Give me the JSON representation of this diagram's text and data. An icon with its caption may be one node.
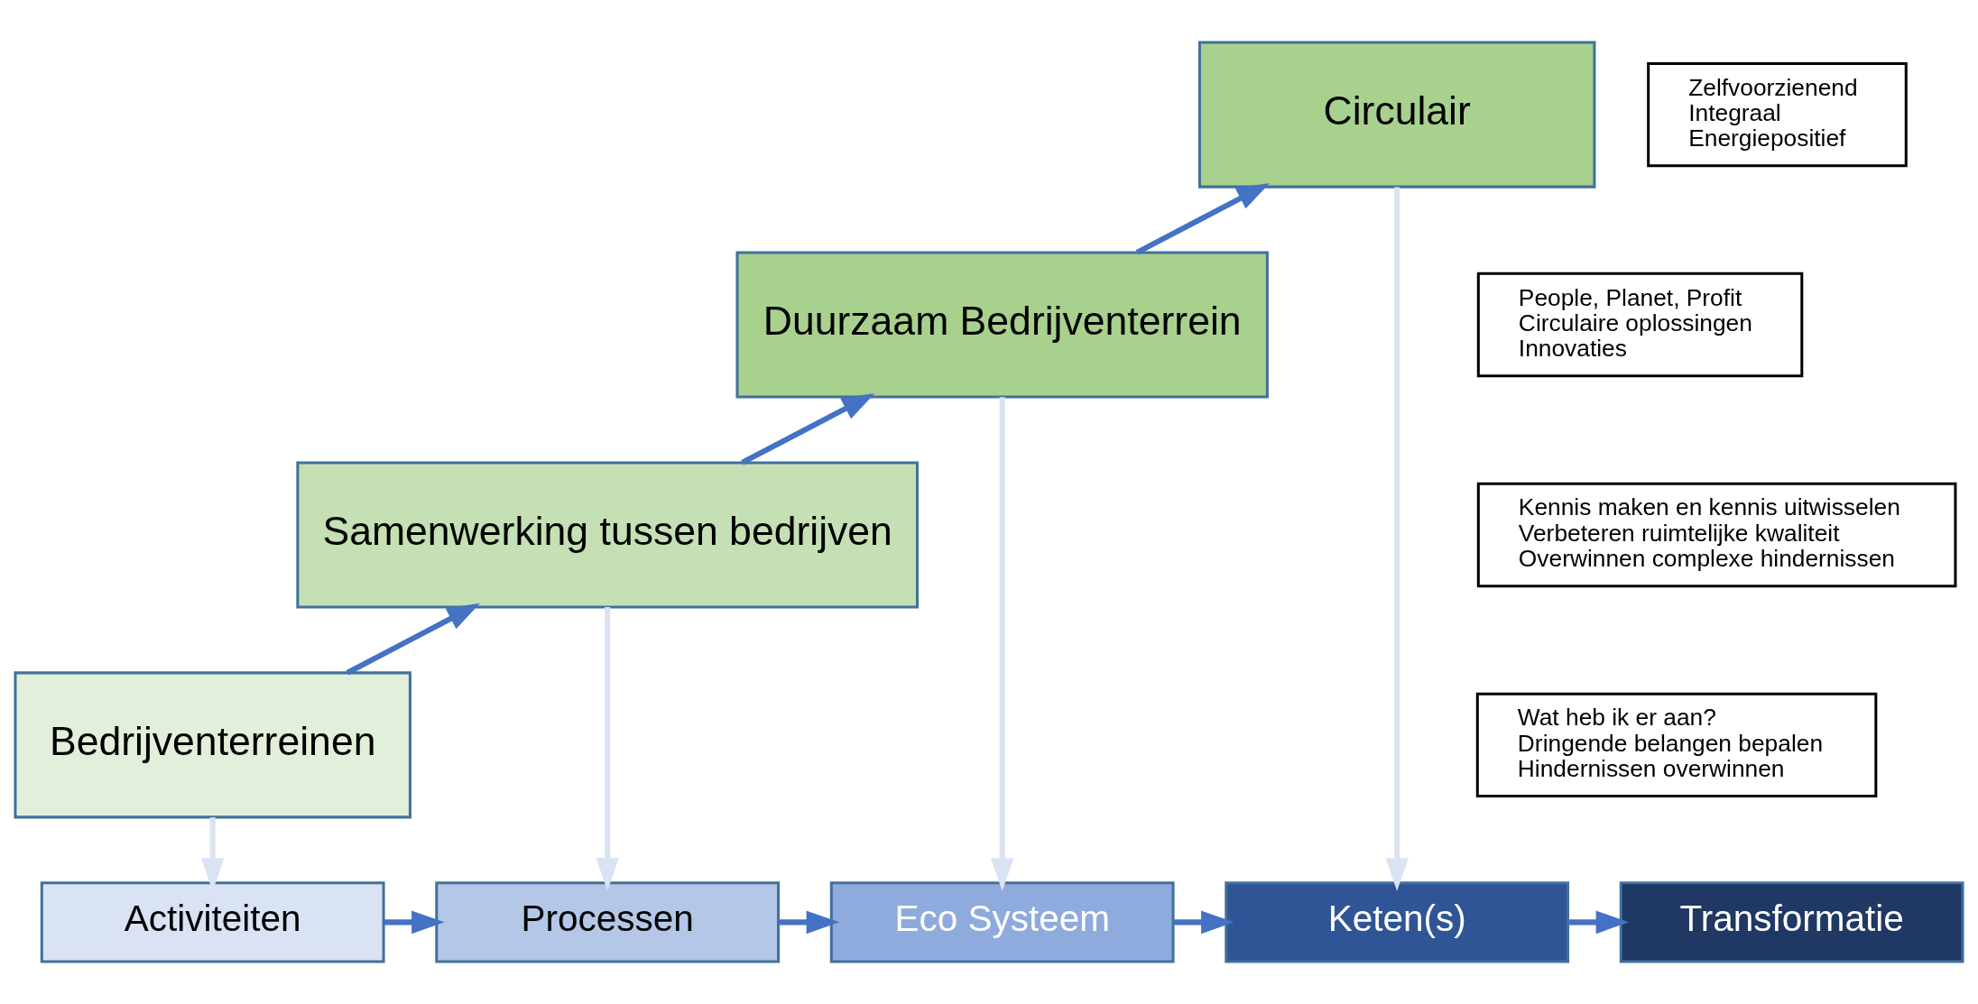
{
  "diagram": {
    "nodes": [
      {
        "text": [
          "Bedrijventerreinen"
        ]
      },
      {
        "text": [
          "Wat heb ik er aan?",
          "Dringende belangen bepalen",
          "Hindernissen overwinnen"
        ]
      },
      {
        "text": [
          "Samenwerking tussen bedrijven"
        ]
      },
      {
        "text": [
          "Kennis maken en kennis uitwisselen",
          "Verbeteren ruimtelijke kwaliteit",
          "Overwinnen complexe hindernissen"
        ]
      },
      {
        "text": [
          "Duurzaam Bedrijventerrein"
        ]
      },
      {
        "text": [
          "People, Planet, Profit",
          "Circulaire oplossingen",
          "Innovaties"
        ]
      },
      {
        "text": [
          "Circulair"
        ]
      },
      {
        "text": [
          "Zelfvoorzienend",
          "Integraal",
          "Energiepositief"
        ]
      },
      {
        "text": [
          "Activiteiten"
        ]
      },
      {
        "text": [
          "Processen"
        ]
      },
      {
        "text": [
          "Eco Systeem"
        ]
      },
      {
        "text": [
          "Keten(s)"
        ]
      },
      {
        "text": [
          "Transformatie"
        ]
      }
    ],
    "edges": [
      {
        "from": 0,
        "to": 2,
        "arrow": "to"
      },
      {
        "from": 2,
        "to": 4,
        "arrow": "to"
      },
      {
        "from": 4,
        "to": 6,
        "arrow": "to"
      },
      {
        "from": 0,
        "to": 8,
        "arrow": "to",
        "color": "#dae3f3"
      },
      {
        "from": 2,
        "to": 9,
        "arrow": "to",
        "color": "#dae3f3"
      },
      {
        "from": 4,
        "to": 10,
        "arrow": "to",
        "color": "#dae3f3"
      },
      {
        "from": 6,
        "to": 11,
        "arrow": "to",
        "color": "#dae3f3"
      },
      {
        "from": 8,
        "to": 9,
        "arrow": "to"
      },
      {
        "from": 9,
        "to": 10,
        "arrow": "to"
      },
      {
        "from": 10,
        "to": 11,
        "arrow": "to"
      },
      {
        "from": 11,
        "to": 12,
        "arrow": "to"
      }
    ]
  }
}
